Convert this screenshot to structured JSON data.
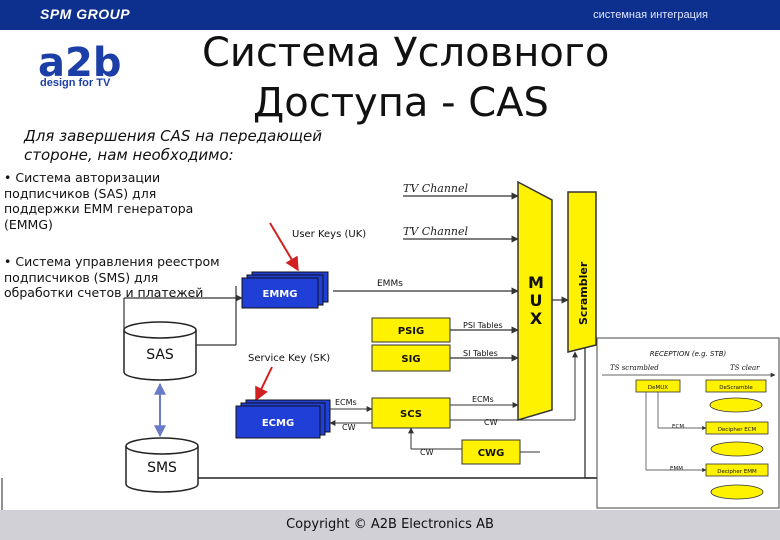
{
  "header": {
    "brand": "SPM GROUP",
    "tagline": "системная интеграция"
  },
  "logo": {
    "mark": "a2b",
    "tagline": "design for TV"
  },
  "title": {
    "line1": "Система Условного",
    "line2": "Доступа - CAS"
  },
  "intro": {
    "line1": "Для завершения CAS на передающей",
    "line2": "стороне, нам необходимо:"
  },
  "bullets": [
    {
      "text": "• Система авторизации подписчиков (SAS) для поддержки EMM генератора (EMMG)"
    },
    {
      "text": "• Система управления реестром подписчиков (SMS) для обработки счетов и платежей"
    }
  ],
  "diagram": {
    "tv_channel_1": "TV Channel",
    "tv_channel_2": "TV Channel",
    "user_keys": "User Keys (UK)",
    "service_key": "Service Key (SK)",
    "emmg": "EMMG",
    "ecmg": "ECMG",
    "emms": "EMMs",
    "ecms_left": "ECMs",
    "ecms_right": "ECMs",
    "cw_left": "CW",
    "cw_right": "CW",
    "cw_bottom": "CW",
    "psi_tables": "PSI Tables",
    "si_tables": "SI Tables",
    "psig": "PSIG",
    "sig": "SIG",
    "scs": "SCS",
    "cwg": "CWG",
    "mux": [
      "M",
      "U",
      "X"
    ],
    "scrambler": "Scrambler",
    "sas": "SAS",
    "sms": "SMS"
  },
  "reception": {
    "title": "RECEPTION (e.g. STB)",
    "ts_scrambled": "TS scrambled",
    "ts_clear": "TS clear",
    "demux": "DeMUX",
    "descrambler": "DeScramble",
    "ecm": "ECM",
    "decipher_ecm": "Decipher ECM",
    "emm": "EMM",
    "decipher_emm": "Decipher EMM"
  },
  "footer": {
    "copyright": "Copyright © A2B Electronics AB"
  },
  "colors": {
    "header_blue": "#0d2f8e",
    "box_blue": "#1f3fd6",
    "yellow": "#fff200",
    "red": "#d22020",
    "footer_gray": "#d0d0d6"
  }
}
